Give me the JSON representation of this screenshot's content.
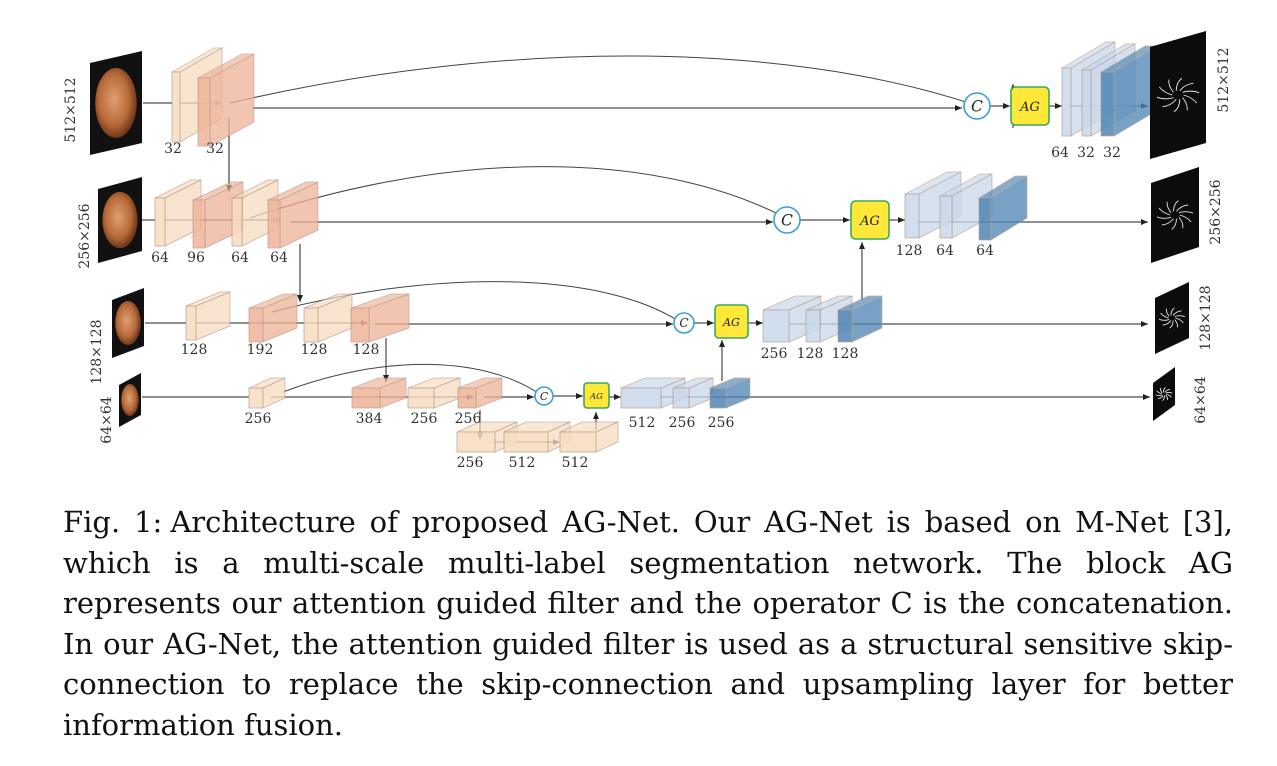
{
  "caption": {
    "label": "Fig. 1:",
    "text": "Architecture of proposed AG-Net. Our AG-Net is based on M-Net [3], which is a multi-scale multi-label segmentation network. The block AG represents our attention guided filter and the operator C is the concatenation. In our AG-Net, the attention guided filter is used as a structural sensitive skip-connection to replace the skip-connection and upsampling layer for better information fusion."
  },
  "diagram": {
    "concat_symbol": "C",
    "ag_label": "AG",
    "colors": {
      "encoder": "#f7dcc0",
      "encoder_strong": "#efb49a",
      "decoder": "#c9d9ea",
      "decoder_strong": "#4f86b5",
      "ag_fill": "#ffe839",
      "ag_border": "#3aa860",
      "circle": "#3aa0d8"
    },
    "rows": [
      {
        "scale": "512×512",
        "out_scale": "512×512",
        "encoder_labels": [
          "32",
          "32"
        ],
        "decoder_labels": [
          "64",
          "32",
          "32"
        ]
      },
      {
        "scale": "256×256",
        "out_scale": "256×256",
        "encoder_labels": [
          "64",
          "96",
          "64",
          "64"
        ],
        "decoder_labels": [
          "128",
          "64",
          "64"
        ]
      },
      {
        "scale": "128×128",
        "out_scale": "128×128",
        "encoder_labels": [
          "128",
          "192",
          "128",
          "128"
        ],
        "decoder_labels": [
          "256",
          "128",
          "128"
        ]
      },
      {
        "scale": "64×64",
        "out_scale": "64×64",
        "encoder_labels": [
          "256",
          "384",
          "256",
          "256"
        ],
        "decoder_labels": [
          "512",
          "256",
          "256"
        ]
      }
    ],
    "bottleneck_labels": [
      "256",
      "512",
      "512"
    ]
  }
}
